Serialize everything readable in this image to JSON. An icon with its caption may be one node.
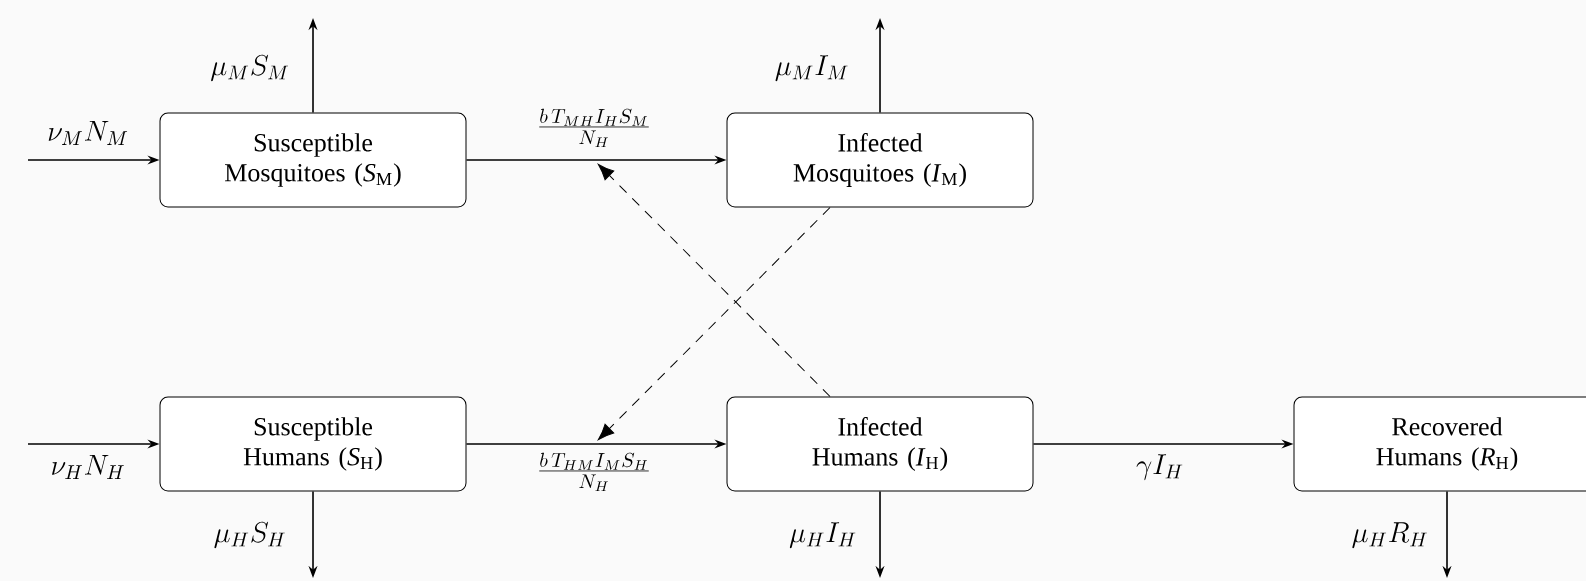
{
  "diagram": {
    "nodes": [
      {
        "text": [
          "Susceptible Mosquitoes (*S*$_{M}$)"
        ]
      },
      {
        "text": [
          "Infected Mosquitoes (*I*$_{M}$)"
        ]
      },
      {
        "text": [
          "Susceptible Humans (*S*$_{H}$)"
        ]
      },
      {
        "text": [
          "Infected Humans (*I*$_{H}$)"
        ]
      },
      {
        "text": [
          "Recovered Humans (*R*$_{H}$)"
        ]
      }
    ],
    "edges": [
      {
        "from": null,
        "to": 0,
        "arrow": "to",
        "label": "\\nu_M N_M"
      },
      {
        "from": 0,
        "to": 1,
        "arrow": "to",
        "label": "\\frac{b\\,T_{MH}I_HS_M}{N_H}"
      },
      {
        "from": 0,
        "to": null,
        "arrow": "to",
        "label": "\\mu_M S_M"
      },
      {
        "from": 1,
        "to": null,
        "arrow": "to",
        "label": "\\mu_M I_M"
      },
      {
        "from": null,
        "to": 2,
        "arrow": "to",
        "label": "\\nu_H N_H"
      },
      {
        "from": 2,
        "to": 3,
        "arrow": "to",
        "label": "\\frac{b\\,T_{HM}I_MS_H}{N_H}"
      },
      {
        "from": 3,
        "to": 4,
        "arrow": "to",
        "label": "\\gamma I_H"
      },
      {
        "from": 2,
        "to": null,
        "arrow": "to",
        "label": "\\mu_H S_H"
      },
      {
        "from": 3,
        "to": null,
        "arrow": "to",
        "label": "\\mu_H I_H"
      },
      {
        "from": 4,
        "to": null,
        "arrow": "to",
        "label": "\\mu_H R_H"
      },
      {
        "from": 3,
        "to": null,
        "arrow": "to",
        "style": "dashed"
      },
      {
        "from": 1,
        "to": null,
        "arrow": "to",
        "style": "dashed"
      }
    ]
  }
}
